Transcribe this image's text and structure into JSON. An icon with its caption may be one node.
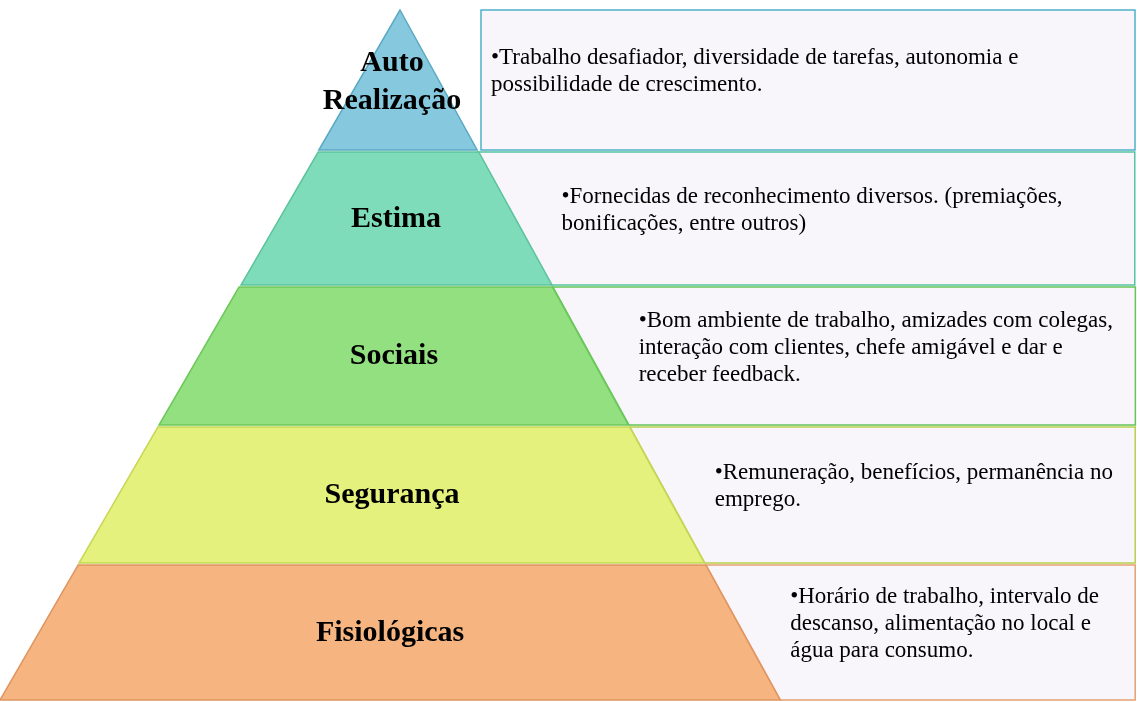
{
  "diagram": {
    "nodes": [
      {
        "text": [
          "Auto Realização"
        ]
      },
      {
        "text": [
          "•Trabalho desafiador, diversidade de tarefas, autonomia e possibilidade de crescimento."
        ]
      },
      {
        "text": [
          "Estima"
        ]
      },
      {
        "text": [
          "•Fornecidas de reconhecimento diversos. (premiações, bonificações, entre outros)"
        ]
      },
      {
        "text": [
          "Sociais"
        ]
      },
      {
        "text": [
          "•Bom ambiente de trabalho, amizades com colegas, interação com clientes, chefe amigável e dar e receber feedback."
        ]
      },
      {
        "text": [
          "Segurança"
        ]
      },
      {
        "text": [
          "•Remuneração, benefícios, permanência no emprego."
        ]
      },
      {
        "text": [
          "Fisiológicas"
        ]
      },
      {
        "text": [
          "•Horário de trabalho, intervalo de descanso, alimentação no local e água para consumo."
        ]
      }
    ]
  }
}
